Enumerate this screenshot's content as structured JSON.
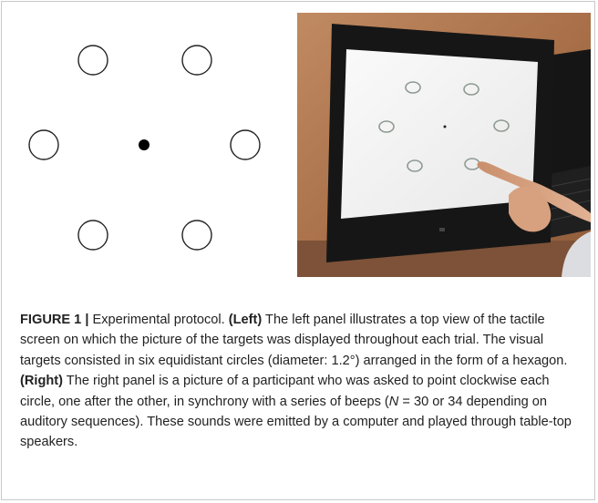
{
  "figure": {
    "label": "FIGURE 1 |",
    "caption_parts": {
      "p1": " Experimental protocol. ",
      "left_label": "(Left)",
      "p2": " The left panel illustrates a top view of the tactile screen on which the picture of the targets was displayed throughout each trial. The visual targets consisted in six equidistant circles (diameter: 1.2°) arranged in the form of a hexagon. ",
      "right_label": "(Right)",
      "p3": " The right panel is a picture of a participant who was asked to point clockwise each circle, one after the other, in synchrony with a series of beeps (",
      "n_var": "N",
      "p4": " = 30 or 34 depending on auditory sequences). These sounds were emitted by a computer and played through table-top speakers."
    }
  },
  "left_panel": {
    "target_count": 6,
    "layout": "hexagon",
    "center_marker": "filled-dot"
  },
  "right_panel": {
    "subject": "photo-participant-pointing-at-touchscreen",
    "colors": {
      "wall": "#b07850",
      "monitor": "#1a1a1a",
      "screen": "#f4f4f4",
      "skin": "#d8a484",
      "sleeve": "#dcdde0"
    }
  }
}
